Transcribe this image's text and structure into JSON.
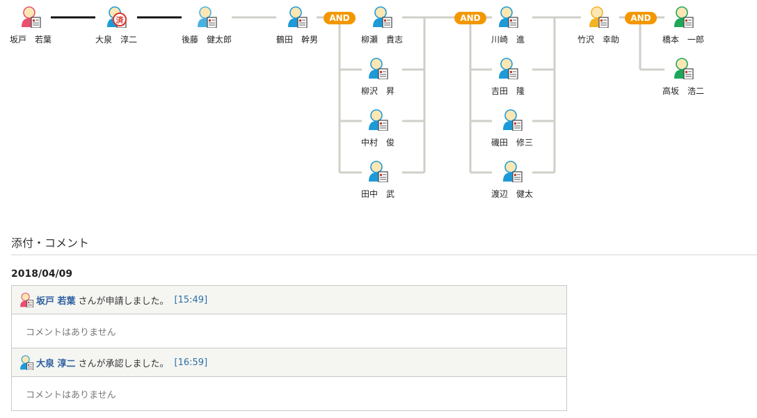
{
  "flow": {
    "and_label": "AND",
    "approvers": {
      "sakado": {
        "name": "坂戸　若葉",
        "color": "pink"
      },
      "oizumi": {
        "name": "大泉　淳二",
        "color": "blue",
        "stamp": "済"
      },
      "goto": {
        "name": "後藤　健太郎",
        "color": "sky"
      },
      "tsuruta": {
        "name": "鶴田　幹男",
        "color": "blue"
      },
      "yanase": {
        "name": "柳瀬　貴志",
        "color": "blue"
      },
      "yanagisawa": {
        "name": "柳沢　昇",
        "color": "blue"
      },
      "nakamura": {
        "name": "中村　俊",
        "color": "blue"
      },
      "tanaka": {
        "name": "田中　武",
        "color": "blue"
      },
      "kawasaki": {
        "name": "川崎　進",
        "color": "blue"
      },
      "yoshida": {
        "name": "吉田　隆",
        "color": "blue"
      },
      "isoda": {
        "name": "磯田　修三",
        "color": "blue"
      },
      "watanabe": {
        "name": "渡辺　健太",
        "color": "blue"
      },
      "takezawa": {
        "name": "竹沢　幸助",
        "color": "yellow"
      },
      "hashimoto": {
        "name": "橋本　一郎",
        "color": "green"
      },
      "takasaka": {
        "name": "高坂　浩二",
        "color": "green"
      }
    }
  },
  "section": {
    "title": "添付・コメント"
  },
  "log": {
    "date": "2018/04/09",
    "entries": [
      {
        "user": "坂戸 若葉",
        "action": "さんが申請しました。",
        "time": "[15:49]",
        "comment": "コメントはありません",
        "avatar_color": "pink"
      },
      {
        "user": "大泉 淳二",
        "action": "さんが承認しました。",
        "time": "[16:59]",
        "comment": "コメントはありません",
        "avatar_color": "blue"
      }
    ]
  },
  "colors": {
    "pink": "#e8506e",
    "blue": "#1e9ad6",
    "sky": "#4ab0e2",
    "yellow": "#f2b324",
    "green": "#1ea65a",
    "and": "#f39700",
    "skin": "#fbe7b4",
    "stamp": "#d9342b",
    "done_line": "#111111",
    "pending_line": "#cfcfc8"
  }
}
